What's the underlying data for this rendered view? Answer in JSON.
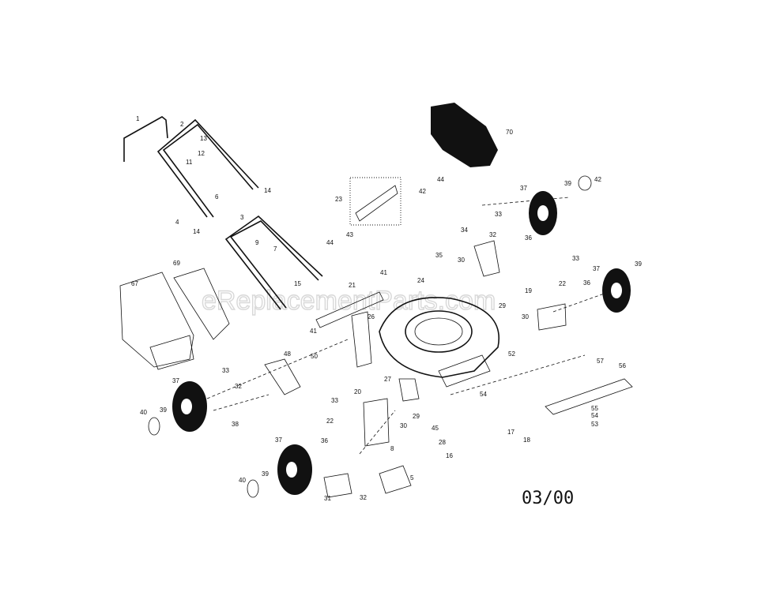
{
  "diagram": {
    "watermark": "eReplacementParts.com",
    "date_code": "03/00",
    "callouts": [
      "1",
      "2",
      "13",
      "12",
      "11",
      "14",
      "6",
      "4",
      "14",
      "3",
      "9",
      "7",
      "15",
      "69",
      "67",
      "23",
      "44",
      "43",
      "42",
      "44",
      "70",
      "37",
      "39",
      "42",
      "33",
      "32",
      "34",
      "36",
      "35",
      "30",
      "41",
      "21",
      "24",
      "33",
      "37",
      "39",
      "22",
      "36",
      "19",
      "29",
      "30",
      "26",
      "41",
      "52",
      "48",
      "50",
      "33",
      "32",
      "37",
      "27",
      "29",
      "20",
      "33",
      "54",
      "57",
      "56",
      "55",
      "54",
      "53",
      "17",
      "18",
      "45",
      "30",
      "40",
      "39",
      "38",
      "22",
      "36",
      "37",
      "28",
      "8",
      "16",
      "5",
      "40",
      "39",
      "31",
      "32"
    ]
  }
}
